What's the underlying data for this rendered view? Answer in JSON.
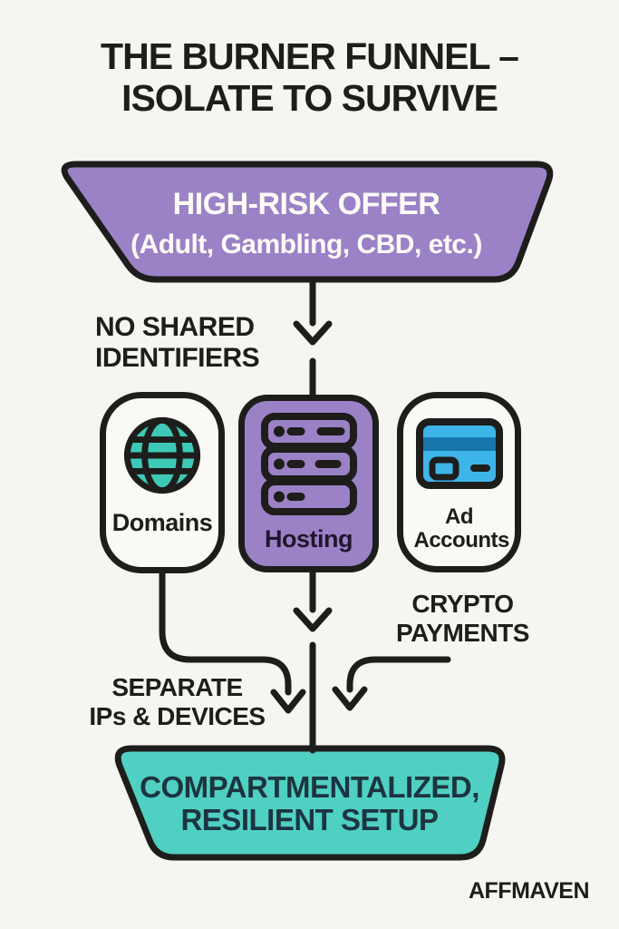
{
  "title": {
    "line1": "THE BURNER FUNNEL –",
    "line2": "ISOLATE TO SURVIVE"
  },
  "top_funnel": {
    "title": "HIGH-RISK OFFER",
    "subtitle": "(Adult, Gambling, CBD, etc.)"
  },
  "side_labels": {
    "no_shared_identifiers": {
      "line1": "NO SHARED",
      "line2": "IDENTIFIERS"
    },
    "crypto_payments": {
      "line1": "CRYPTO",
      "line2": "PAYMENTS"
    },
    "separate_ips_devices": {
      "line1": "SEPARATE",
      "line2": "IPs & DEVICES"
    }
  },
  "nodes": [
    {
      "id": "domains",
      "label": "Domains",
      "icon": "globe-icon"
    },
    {
      "id": "hosting",
      "label": "Hosting",
      "icon": "server-stack-icon"
    },
    {
      "id": "ad-accounts",
      "label": "Ad Accounts",
      "icon": "credit-card-icon"
    }
  ],
  "bottom_funnel": {
    "line1": "COMPARTMENTALIZED,",
    "line2": "RESILIENT SETUP"
  },
  "brand": {
    "name": "AFFMAVEN"
  },
  "colors": {
    "background": "#f7f5f1",
    "ink": "#1d1d1b",
    "purple": "#9b82c6",
    "teal": "#4fd0c2",
    "globe_teal": "#3ec9b6",
    "card_blue": "#3eb5e8",
    "card_stripe": "#1876ad",
    "white_text": "#fdfbf7",
    "bottom_text": "#1d3440"
  }
}
